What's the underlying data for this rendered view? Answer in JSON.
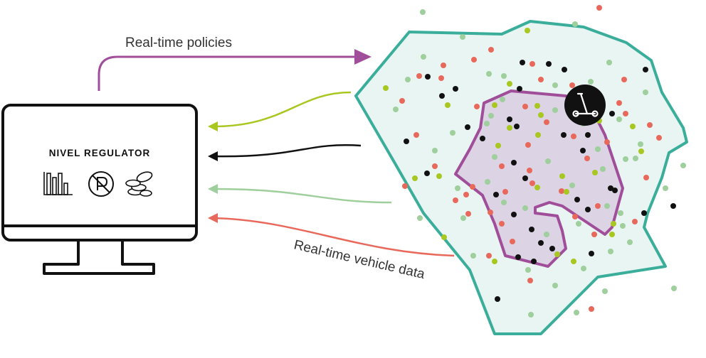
{
  "diagram": {
    "monitor": {
      "title": "NIVEL REGULATOR"
    },
    "labels": {
      "policies": "Real-time policies",
      "vehicle_data": "Real-time vehicle data"
    },
    "icons": [
      "bar-chart-icon",
      "no-parking-icon",
      "coins-icon",
      "scooter-icon"
    ],
    "colors": {
      "policy_arrow": "#a04e9a",
      "zone_outline": "#3aae9a",
      "zone_fill": "#e8f5f2",
      "inner_zone_outline": "#a04e9a",
      "inner_zone_fill": "#dcd3e4",
      "arrow_lime": "#a8c720",
      "arrow_black": "#111111",
      "arrow_lightgreen": "#9fcf9c",
      "arrow_red": "#e8695c",
      "dot_red": "#e8695c",
      "dot_lime": "#a8c720",
      "dot_lightgreen": "#9fcf9c",
      "dot_black": "#111111"
    }
  }
}
